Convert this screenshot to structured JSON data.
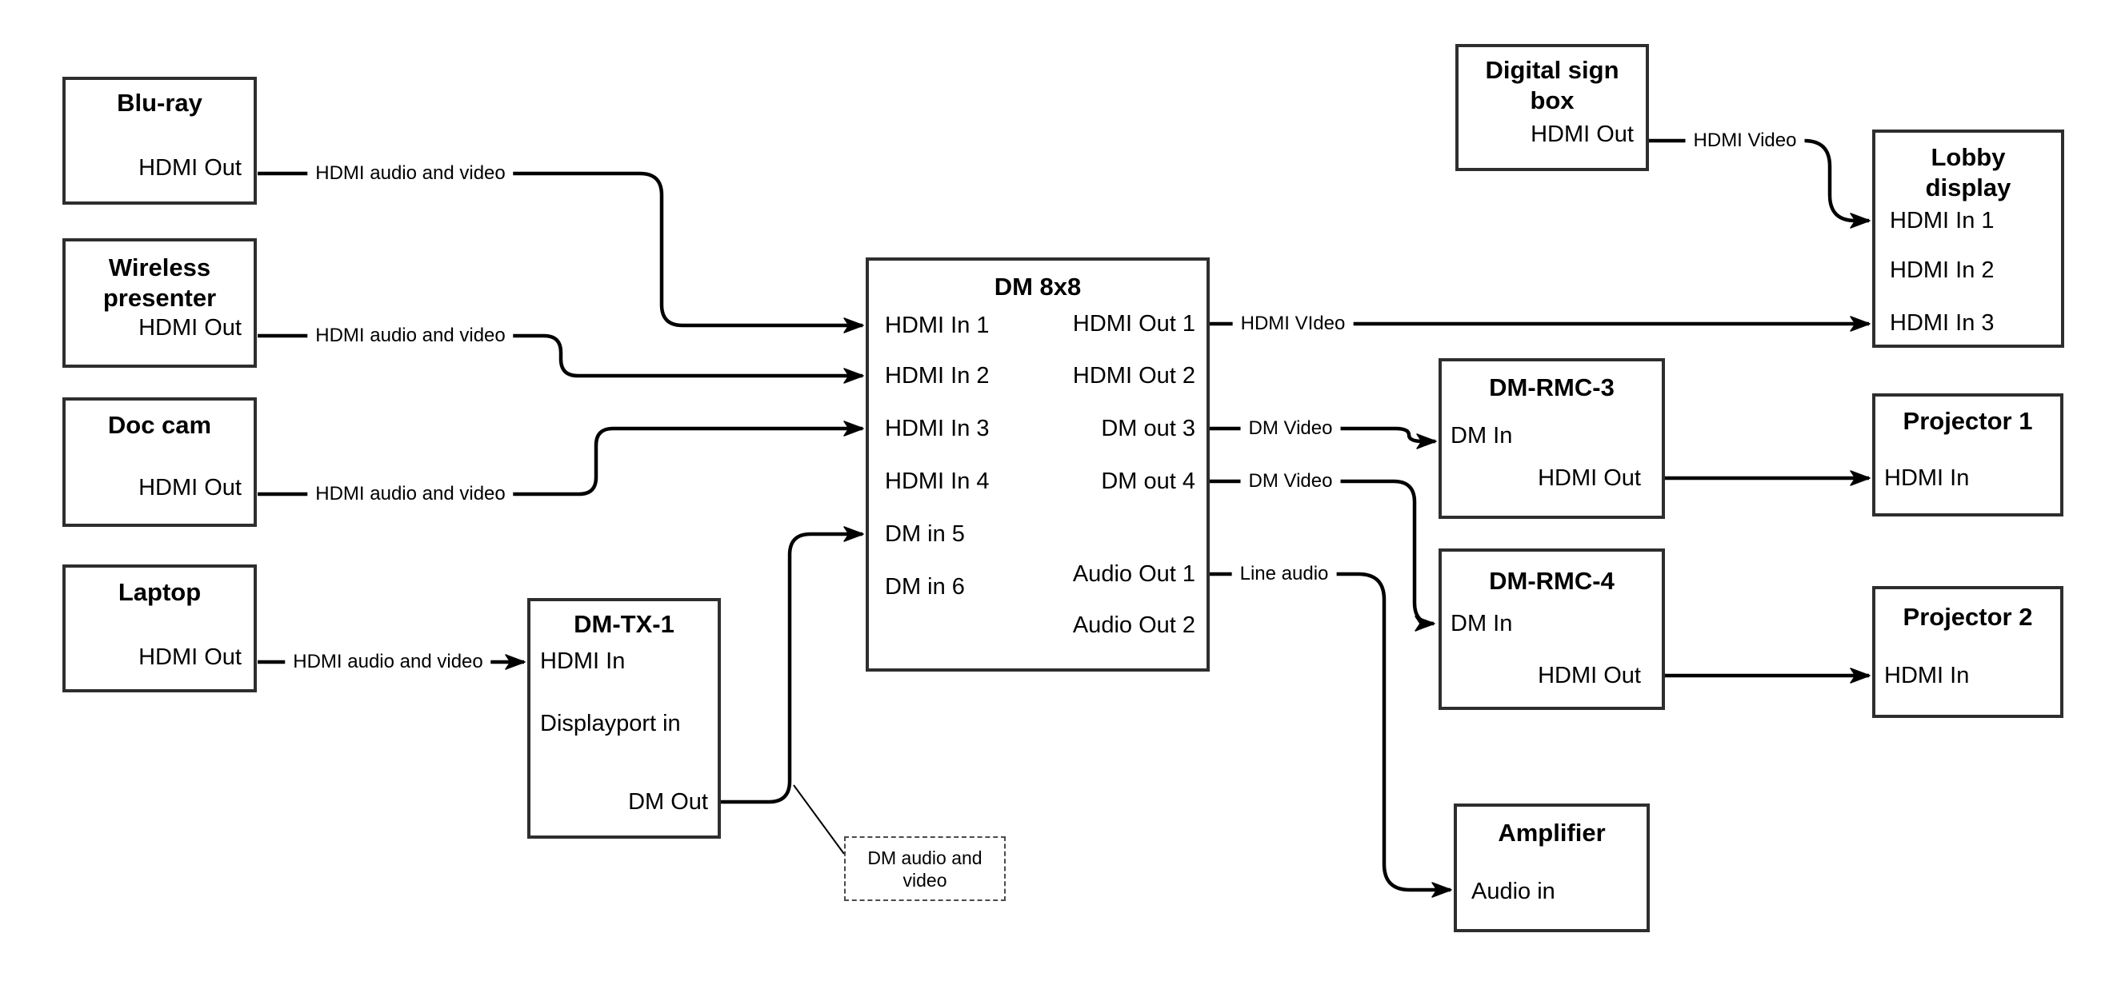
{
  "colors": {
    "background": "#ffffff",
    "box_border": "#2e2e2e",
    "wire": "#000000",
    "text": "#000000"
  },
  "nodes": [
    {
      "id": "bluray",
      "title": "Blu-ray",
      "ports": [
        {
          "id": "hdmi-out",
          "label": "HDMI Out"
        }
      ]
    },
    {
      "id": "wireless-presenter",
      "title": "Wireless\npresenter",
      "ports": [
        {
          "id": "hdmi-out",
          "label": "HDMI Out"
        }
      ]
    },
    {
      "id": "doc-cam",
      "title": "Doc cam",
      "ports": [
        {
          "id": "hdmi-out",
          "label": "HDMI Out"
        }
      ]
    },
    {
      "id": "laptop",
      "title": "Laptop",
      "ports": [
        {
          "id": "hdmi-out",
          "label": "HDMI Out"
        }
      ]
    },
    {
      "id": "dm-tx-1",
      "title": "DM-TX-1",
      "ports": [
        {
          "id": "hdmi-in",
          "label": "HDMI In"
        },
        {
          "id": "displayport-in",
          "label": "Displayport in"
        },
        {
          "id": "dm-out",
          "label": "DM Out"
        }
      ]
    },
    {
      "id": "dm-8x8",
      "title": "DM 8x8",
      "ports": [
        {
          "id": "hdmi-in-1",
          "label": "HDMI In 1"
        },
        {
          "id": "hdmi-in-2",
          "label": "HDMI In 2"
        },
        {
          "id": "hdmi-in-3",
          "label": "HDMI In 3"
        },
        {
          "id": "hdmi-in-4",
          "label": "HDMI In 4"
        },
        {
          "id": "dm-in-5",
          "label": "DM in 5"
        },
        {
          "id": "dm-in-6",
          "label": "DM in 6"
        },
        {
          "id": "hdmi-out-1",
          "label": "HDMI Out 1"
        },
        {
          "id": "hdmi-out-2",
          "label": "HDMI Out 2"
        },
        {
          "id": "dm-out-3",
          "label": "DM out 3"
        },
        {
          "id": "dm-out-4",
          "label": "DM out 4"
        },
        {
          "id": "audio-out-1",
          "label": "Audio Out 1"
        },
        {
          "id": "audio-out-2",
          "label": "Audio Out 2"
        }
      ]
    },
    {
      "id": "digital-sign-box",
      "title": "Digital sign\nbox",
      "ports": [
        {
          "id": "hdmi-out",
          "label": "HDMI Out"
        }
      ]
    },
    {
      "id": "lobby-display",
      "title": "Lobby\ndisplay",
      "ports": [
        {
          "id": "hdmi-in-1",
          "label": "HDMI In 1"
        },
        {
          "id": "hdmi-in-2",
          "label": "HDMI In 2"
        },
        {
          "id": "hdmi-in-3",
          "label": "HDMI In 3"
        }
      ]
    },
    {
      "id": "dm-rmc-3",
      "title": "DM-RMC-3",
      "ports": [
        {
          "id": "dm-in",
          "label": "DM In"
        },
        {
          "id": "hdmi-out",
          "label": "HDMI Out"
        }
      ]
    },
    {
      "id": "projector-1",
      "title": "Projector 1",
      "ports": [
        {
          "id": "hdmi-in",
          "label": "HDMI In"
        }
      ]
    },
    {
      "id": "dm-rmc-4",
      "title": "DM-RMC-4",
      "ports": [
        {
          "id": "dm-in",
          "label": "DM In"
        },
        {
          "id": "hdmi-out",
          "label": "HDMI Out"
        }
      ]
    },
    {
      "id": "projector-2",
      "title": "Projector 2",
      "ports": [
        {
          "id": "hdmi-in",
          "label": "HDMI In"
        }
      ]
    },
    {
      "id": "amplifier",
      "title": "Amplifier",
      "ports": [
        {
          "id": "audio-in",
          "label": "Audio in"
        }
      ]
    }
  ],
  "wires": [
    {
      "id": "w-bluray-dm8x8",
      "label": "HDMI audio and video"
    },
    {
      "id": "w-wireless-dm8x8",
      "label": "HDMI audio and video"
    },
    {
      "id": "w-doccam-dm8x8",
      "label": "HDMI audio and video"
    },
    {
      "id": "w-laptop-dmtx1",
      "label": "HDMI audio and video"
    },
    {
      "id": "w-dmtx1-dm8x8",
      "label": ""
    },
    {
      "id": "w-hdmiout1-lobby",
      "label": "HDMI VIdeo"
    },
    {
      "id": "w-digitalsign-lobby",
      "label": "HDMI Video"
    },
    {
      "id": "w-dmout3-dmrmc3",
      "label": "DM Video"
    },
    {
      "id": "w-dmout4-dmrmc4",
      "label": "DM Video"
    },
    {
      "id": "w-audioout1-amplifier",
      "label": "Line audio"
    },
    {
      "id": "w-dmrmc3-proj1",
      "label": ""
    },
    {
      "id": "w-dmrmc4-proj2",
      "label": ""
    }
  ],
  "annotation": {
    "text": "DM audio and\nvideo"
  }
}
